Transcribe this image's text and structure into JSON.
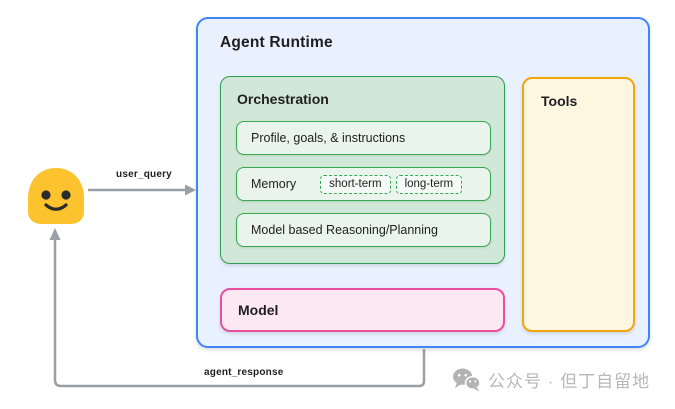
{
  "diagram": {
    "runtime": {
      "title": "Agent Runtime"
    },
    "orchestration": {
      "title": "Orchestration",
      "items": [
        {
          "label": "Profile, goals, & instructions"
        },
        {
          "label": "Memory",
          "badges": [
            "short-term",
            "long-term"
          ]
        },
        {
          "label": "Model based Reasoning/Planning"
        }
      ]
    },
    "model": {
      "title": "Model"
    },
    "tools": {
      "title": "Tools"
    },
    "user": {
      "icon": "blob-smiley-emoji"
    },
    "arrows": [
      {
        "label": "user_query",
        "from": "user",
        "to": "agent-runtime"
      },
      {
        "label": "agent_response",
        "from": "agent-runtime",
        "to": "user"
      }
    ],
    "colors": {
      "runtime_fill": "#e9f1fe",
      "runtime_border": "#4285f4",
      "orchestration_fill": "#d1e7d7",
      "orchestration_border": "#2f9e52",
      "inner_fill": "#e9f4ec",
      "inner_border": "#34a853",
      "model_fill": "#fce8f3",
      "model_border": "#e8509e",
      "tools_fill": "#fdf7e2",
      "tools_border": "#f2a60d",
      "connector_gray": "#9aa0a6",
      "emoji_yellow": "#fcc32f"
    }
  },
  "watermark": {
    "icon": "wechat-icon",
    "text": "公众号 · 但丁自留地"
  }
}
